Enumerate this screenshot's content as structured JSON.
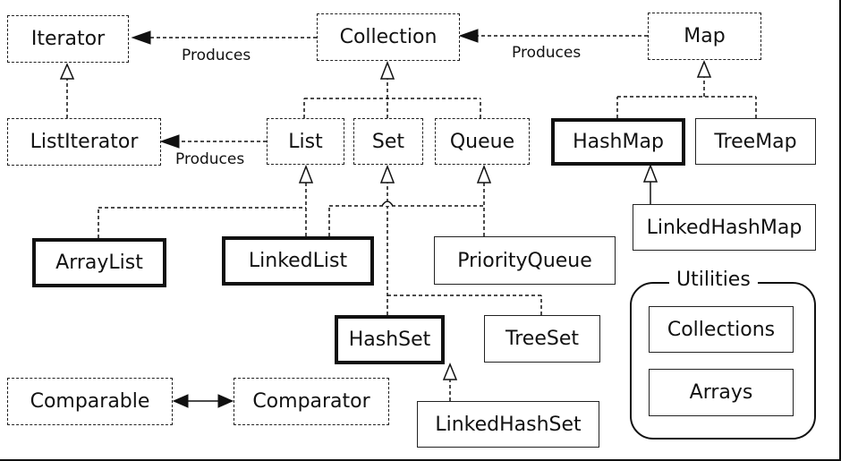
{
  "nodes": {
    "iterator": "Iterator",
    "collection": "Collection",
    "map": "Map",
    "list_iterator": "ListIterator",
    "list": "List",
    "set": "Set",
    "queue": "Queue",
    "hash_map": "HashMap",
    "tree_map": "TreeMap",
    "linked_hash_map": "LinkedHashMap",
    "array_list": "ArrayList",
    "linked_list": "LinkedList",
    "priority_queue": "PriorityQueue",
    "hash_set": "HashSet",
    "tree_set": "TreeSet",
    "linked_hash_set": "LinkedHashSet",
    "comparable": "Comparable",
    "comparator": "Comparator"
  },
  "edge_labels": {
    "collection_produces_iterator": "Produces",
    "map_produces_collection": "Produces",
    "list_produces_list_iterator": "Produces"
  },
  "utilities": {
    "title": "Utilities",
    "collections": "Collections",
    "arrays": "Arrays"
  },
  "colors": {
    "line": "#111111",
    "background": "#ffffff"
  }
}
